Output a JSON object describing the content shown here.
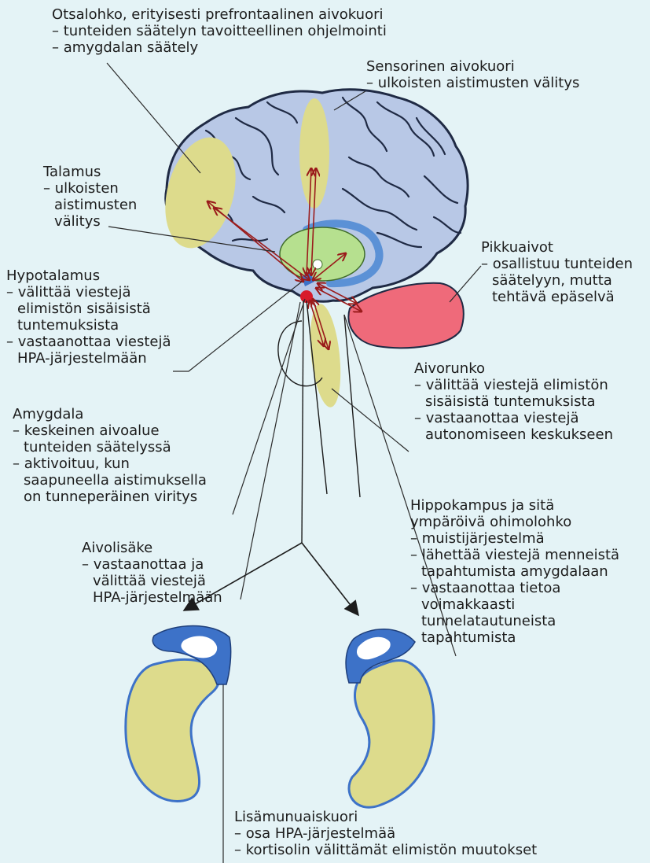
{
  "colors": {
    "background": "#e4f3f6",
    "brain_fill": "#b8c8e6",
    "brain_outline": "#1f2a44",
    "region_yellow": "#dddb8c",
    "thalamus_green": "#b6e08f",
    "hippocampus_blue": "#5b91d6",
    "cerebellum_red": "#ef6a7a",
    "arrow_red": "#9a1b1b",
    "adrenal_blue": "#3d72c8"
  },
  "labels": {
    "frontal": {
      "title": "Otsalohko, erityisesti prefrontaalinen aivokuori",
      "items": [
        "– tunteiden säätelyn tavoitteellinen ohjelmointi",
        "– amygdalan säätely"
      ]
    },
    "sensory": {
      "title": "Sensorinen aivokuori",
      "items": [
        "– ulkoisten aistimusten välitys"
      ]
    },
    "thalamus": {
      "title": "Talamus",
      "items": [
        "– ulkoisten",
        "aistimusten",
        "välitys"
      ]
    },
    "cerebellum": {
      "title": "Pikkuaivot",
      "items": [
        "– osallistuu tunteiden",
        "säätelyyn, mutta",
        "tehtävä epäselvä"
      ]
    },
    "hypothalamus": {
      "title": "Hypotalamus",
      "items": [
        "– välittää viestejä",
        "elimistön sisäisistä",
        "tuntemuksista",
        "– vastaanottaa viestejä",
        "HPA-järjestelmään"
      ]
    },
    "brainstem": {
      "title": "Aivorunko",
      "items": [
        "– välittää viestejä elimistön",
        "sisäisistä tuntemuksista",
        "– vastaanottaa viestejä",
        "autonomiseen keskukseen"
      ]
    },
    "amygdala": {
      "title": "Amygdala",
      "items": [
        "– keskeinen aivoalue",
        "tunteiden säätelyssä",
        "– aktivoituu, kun",
        "saapuneella aistimuksella",
        "on tunneperäinen viritys"
      ]
    },
    "hippocampus": {
      "title": "Hippokampus ja sitä",
      "items": [
        "ympäröivä ohimolohko",
        "– muistijärjestelmä",
        "– lähettää viestejä menneistä",
        "tapahtumista amygdalaan",
        "– vastaanottaa tietoa",
        "voimakkaasti",
        "tunnelatautuneista",
        "tapahtumista"
      ]
    },
    "pituitary": {
      "title": "Aivolisäke",
      "items": [
        "– vastaanottaa ja",
        "välittää viestejä",
        "HPA-järjestelmään"
      ]
    },
    "adrenal": {
      "title": "Lisämunuaiskuori",
      "items": [
        "– osa HPA-järjestelmää",
        "– kortisolin välittämät elimistön muutokset"
      ]
    }
  }
}
